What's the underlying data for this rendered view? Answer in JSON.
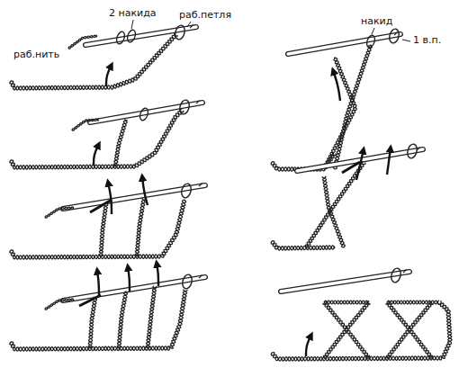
{
  "diagram": {
    "labels": [
      "раб.нить",
      "2 накида",
      "раб.петля",
      "накид",
      "1 в.п."
    ]
  }
}
